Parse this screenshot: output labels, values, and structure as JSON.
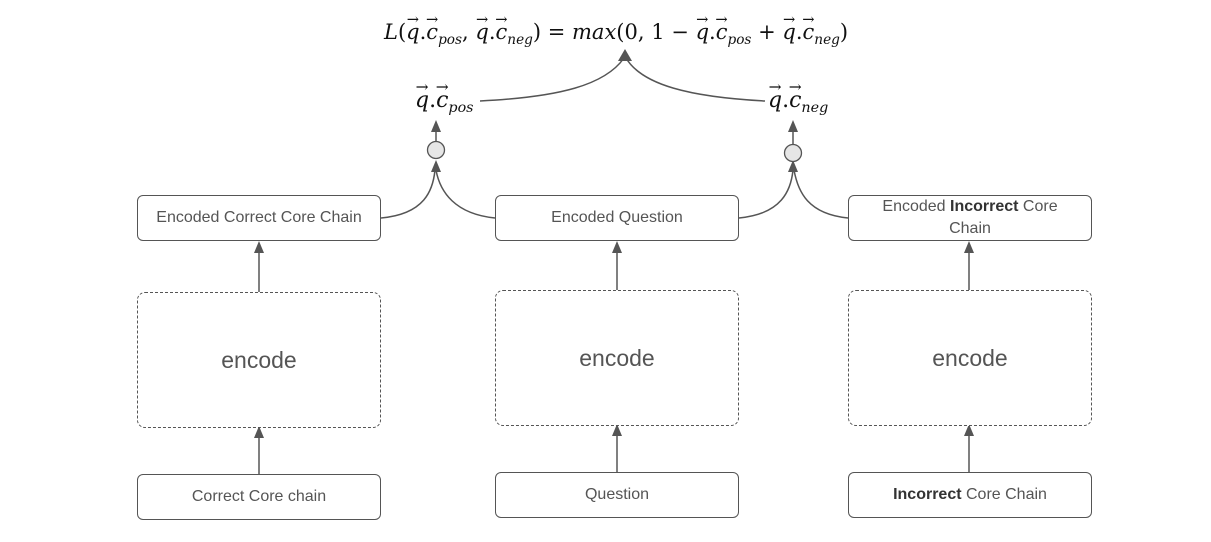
{
  "formula": {
    "loss_fn": "L",
    "max_fn": "max",
    "zero": "0",
    "one": "1",
    "q_symbol": "q",
    "c_symbol": "c",
    "pos_sub": "pos",
    "neg_sub": "neg"
  },
  "columns": {
    "left": {
      "input_label": "Correct Core chain",
      "encoder_label": "encode",
      "encoded_label": "Encoded Correct Core Chain"
    },
    "middle": {
      "input_label": "Question",
      "encoder_label": "encode",
      "encoded_label": "Encoded Question"
    },
    "right": {
      "input_bold": "Incorrect",
      "input_rest": " Core Chain",
      "encoder_label": "encode",
      "encoded_prefix": "Encoded ",
      "encoded_bold": "Incorrect",
      "encoded_suffix": " Core Chain"
    }
  },
  "colors": {
    "stroke": "#555555",
    "node_fill": "#e6e6e6"
  },
  "icons": [
    "arrow-head-icon",
    "dot-product-node-icon"
  ]
}
